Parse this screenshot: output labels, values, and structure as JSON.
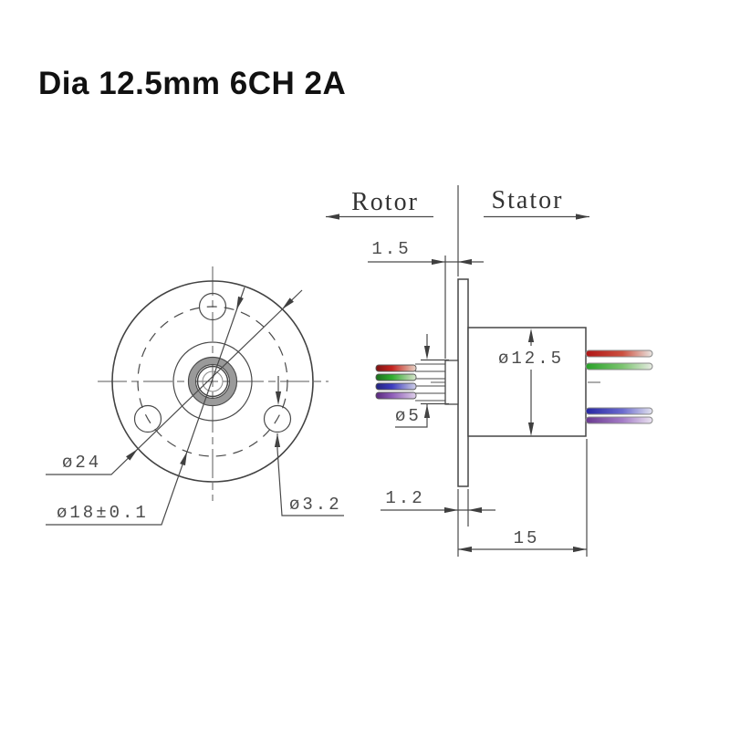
{
  "title": "Dia 12.5mm 6CH 2A",
  "front_view": {
    "dim_flange_diameter": "ø24",
    "dim_bolt_circle": "ø18±0.1",
    "dim_mounting_hole": "ø3.2"
  },
  "side_view": {
    "label_rotor": "Rotor",
    "label_stator": "Stator",
    "dim_pin_exposure": "1.5",
    "dim_body_diameter": "ø12.5",
    "dim_shaft_diameter": "ø5",
    "dim_flange_thickness": "1.2",
    "dim_body_length": "15"
  },
  "wires": {
    "left_order_top_to_bottom": [
      "red",
      "green",
      "blue",
      "purple"
    ],
    "right_order_top_to_bottom": [
      "red",
      "green",
      "blue",
      "purple"
    ]
  },
  "colors": {
    "line": "#4a4a4a",
    "dimension_text": "#4a4a4a",
    "title_text": "#111111",
    "wire_red": "#c42420",
    "wire_green": "#2fae2f",
    "wire_blue": "#3c3cc0",
    "wire_purple": "#8e5cb8",
    "knurl_gray": "#999999",
    "background": "#ffffff"
  }
}
